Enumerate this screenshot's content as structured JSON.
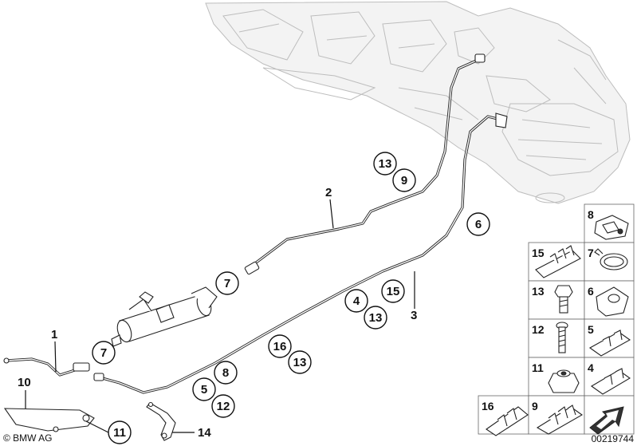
{
  "callouts": [
    {
      "label": "13"
    },
    {
      "label": "9"
    },
    {
      "label": "7"
    },
    {
      "label": "7"
    },
    {
      "label": "6"
    },
    {
      "label": "15"
    },
    {
      "label": "4"
    },
    {
      "label": "13"
    },
    {
      "label": "16"
    },
    {
      "label": "13"
    },
    {
      "label": "8"
    },
    {
      "label": "5"
    },
    {
      "label": "12"
    },
    {
      "label": "11"
    }
  ],
  "plain_labels": [
    {
      "label": "2"
    },
    {
      "label": "3"
    },
    {
      "label": "1"
    },
    {
      "label": "10"
    },
    {
      "label": "14"
    }
  ],
  "legend": {
    "cells": [
      {
        "label": "8",
        "icon": "clip-icon"
      },
      {
        "label": "15",
        "icon": "multi-clip-icon"
      },
      {
        "label": "7",
        "icon": "hose-clamp-icon"
      },
      {
        "label": "13",
        "icon": "hex-bolt-icon"
      },
      {
        "label": "6",
        "icon": "clip-icon"
      },
      {
        "label": "12",
        "icon": "screw-icon"
      },
      {
        "label": "5",
        "icon": "double-clip-icon"
      },
      {
        "label": "11",
        "icon": "nut-icon"
      },
      {
        "label": "4",
        "icon": "double-clip-icon"
      },
      {
        "label": "16",
        "icon": "multi-clip-icon"
      },
      {
        "label": "9",
        "icon": "multi-clip-icon"
      },
      {
        "label": "",
        "icon": "arrow-icon"
      }
    ]
  },
  "footer": {
    "copyright": "© BMW AG",
    "diagram_id": "00219744"
  }
}
